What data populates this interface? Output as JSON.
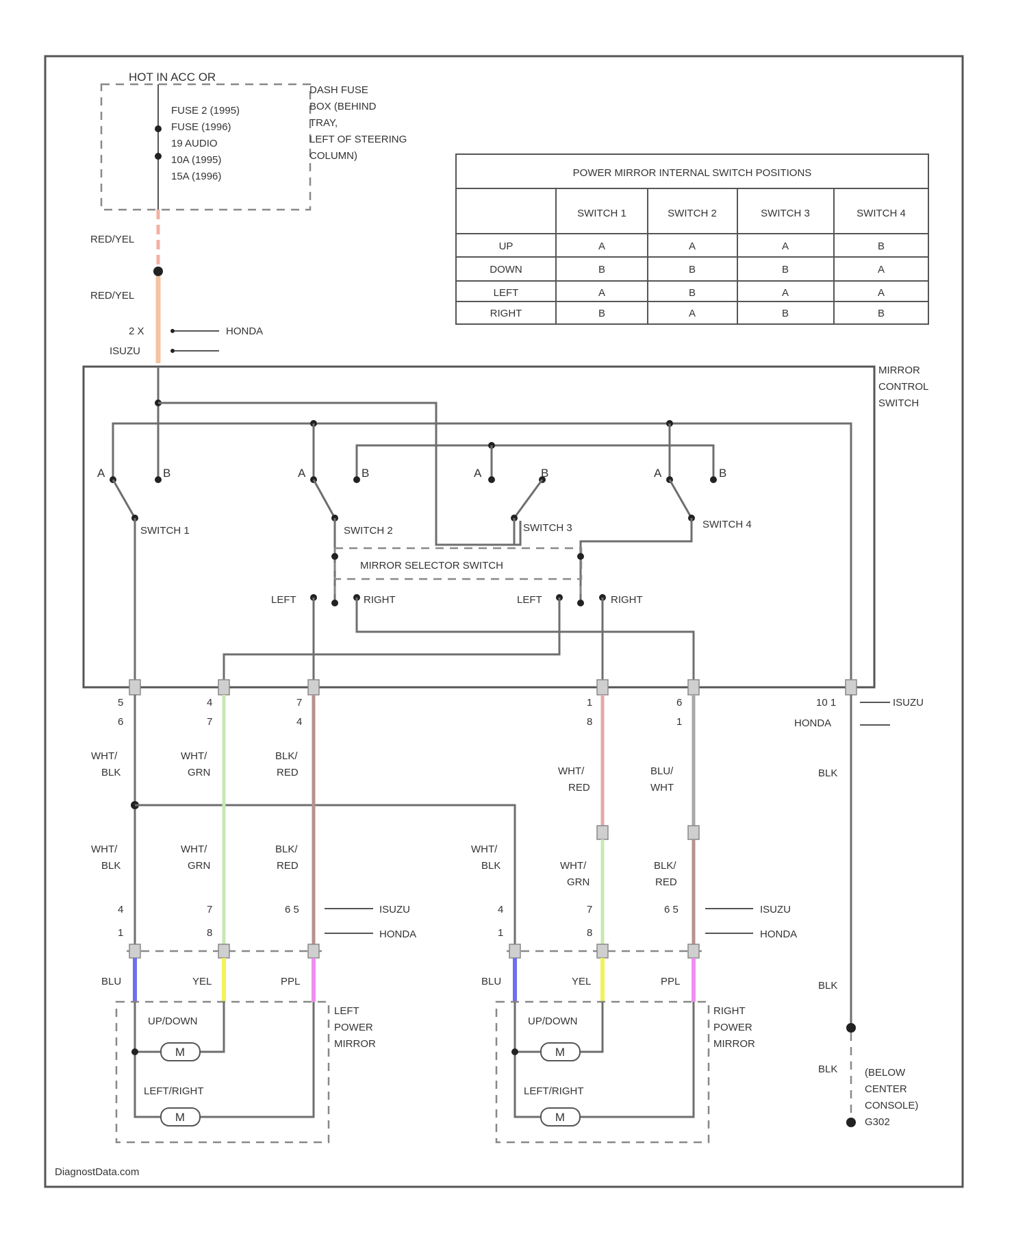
{
  "fuse_block": {
    "header": "HOT IN ACC OR",
    "lines": [
      "FUSE 2 (1995)",
      "FUSE (1996)",
      "19 AUDIO",
      "10A (1995)",
      "15A (1996)"
    ],
    "location": [
      "DASH FUSE",
      "BOX (BEHIND",
      "TRAY,",
      "LEFT OF STEERING",
      "COLUMN)"
    ]
  },
  "upper_wires": {
    "w1": "RED/YEL",
    "w2": "RED/YEL",
    "pin_a": "2 X",
    "honda": "HONDA",
    "isuzu": "ISUZU"
  },
  "table": {
    "title": "POWER MIRROR INTERNAL SWITCH POSITIONS",
    "columns": [
      "SWITCH 1",
      "SWITCH 2",
      "SWITCH 3",
      "SWITCH 4"
    ],
    "rows": [
      {
        "label": "UP",
        "values": [
          "A",
          "A",
          "A",
          "B"
        ]
      },
      {
        "label": "DOWN",
        "values": [
          "B",
          "B",
          "B",
          "A"
        ]
      },
      {
        "label": "LEFT",
        "values": [
          "A",
          "B",
          "A",
          "A"
        ]
      },
      {
        "label": "RIGHT",
        "values": [
          "B",
          "A",
          "B",
          "B"
        ]
      }
    ]
  },
  "control_switch": {
    "name": [
      "MIRROR",
      "CONTROL",
      "SWITCH"
    ],
    "switches": [
      "SWITCH 1",
      "SWITCH 2",
      "SWITCH 3",
      "SWITCH 4"
    ],
    "pos_a": "A",
    "pos_b": "B",
    "selector": "MIRROR SELECTOR SWITCH",
    "left": "LEFT",
    "right": "RIGHT"
  },
  "pins_top": {
    "p1": [
      "5",
      "6"
    ],
    "p2": [
      "4",
      "7"
    ],
    "p3": [
      "7",
      "4"
    ],
    "p4": [
      "1",
      "8"
    ],
    "p5": [
      "6",
      "1"
    ],
    "p6": "10 1",
    "isuzu": "ISUZU",
    "honda": "HONDA"
  },
  "wire_colors": {
    "wht_blk": [
      "WHT/",
      "BLK"
    ],
    "wht_grn": [
      "WHT/",
      "GRN"
    ],
    "blk_red": [
      "BLK/",
      "RED"
    ],
    "wht_red": [
      "WHT/",
      "RED"
    ],
    "blu_wht": [
      "BLU/",
      "WHT"
    ],
    "blk": "BLK"
  },
  "mirror_pins": {
    "a": [
      "4",
      "1"
    ],
    "b": [
      "7",
      "8"
    ],
    "c": "6 5",
    "isuzu": "ISUZU",
    "honda": "HONDA"
  },
  "mirror_wires": {
    "blu": "BLU",
    "yel": "YEL",
    "ppl": "PPL"
  },
  "mirrors": {
    "updown": "UP/DOWN",
    "leftright": "LEFT/RIGHT",
    "motor": "M",
    "left_name": [
      "LEFT",
      "POWER",
      "MIRROR"
    ],
    "right_name": [
      "RIGHT",
      "POWER",
      "MIRROR"
    ]
  },
  "ground": {
    "blk1": "BLK",
    "blk2": "BLK",
    "blk3": "BLK",
    "location": [
      "(BELOW",
      "CENTER",
      "CONSOLE)",
      "G302"
    ]
  },
  "watermark": "DiagnostData.com",
  "colors": {
    "red_yel": "#f3b0a2",
    "orange": "#f4c3a0",
    "green": "#c8e8b0",
    "red_pink": "#e3a8a8",
    "blk_red": "#b89090",
    "blue": "#6e6ef0",
    "yellow": "#f2f25a",
    "purple": "#f08ef0"
  }
}
